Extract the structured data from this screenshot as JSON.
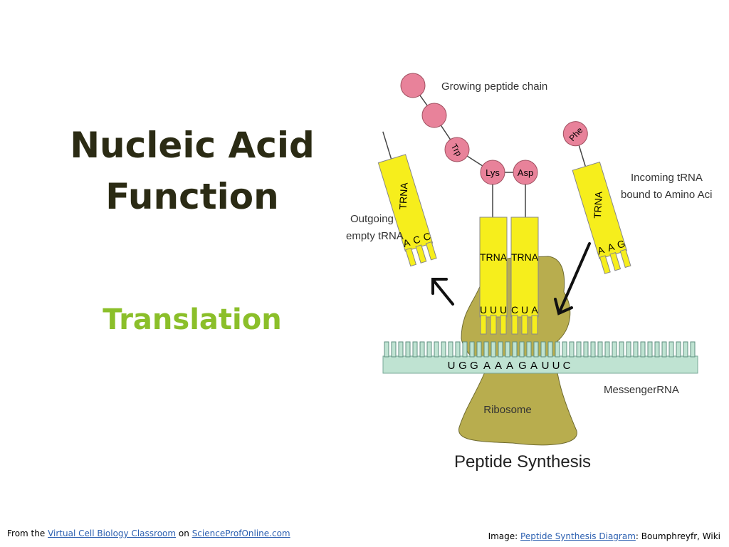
{
  "slide": {
    "title_line1": "Nucleic Acid",
    "title_line2": "Function",
    "subtitle": "Translation"
  },
  "diagram": {
    "growing_chain_label": "Growing peptide chain",
    "outgoing_label_line1": "Outgoing",
    "outgoing_label_line2": "empty tRNA",
    "incoming_label_line1": "Incoming  tRNA",
    "incoming_label_line2": "bound to Amino Acid",
    "amino_trp": "Trp",
    "amino_lys": "Lys",
    "amino_asp": "Asp",
    "amino_phe": "Phe",
    "trna_label": "TRNA",
    "anticodon_outgoing": [
      "A",
      "C",
      "C"
    ],
    "anticodon_left": [
      "U",
      "U",
      "U"
    ],
    "anticodon_right": [
      "C",
      "U",
      "A"
    ],
    "anticodon_incoming": [
      "A",
      "A",
      "G"
    ],
    "codon_sequence": [
      "U",
      "G",
      "G",
      "A",
      "A",
      "A",
      "G",
      "A",
      "U",
      "U",
      "C"
    ],
    "mrna_label": "MessengerRNA",
    "ribosome_label": "Ribosome",
    "caption": "Peptide Synthesis",
    "colors": {
      "trna": "#f6ee1c",
      "amino": "#e8829a",
      "ribosome": "#b8ad4e",
      "mrna": "#bfe3d2"
    }
  },
  "footer": {
    "left_prefix": "From the",
    "left_link1": "Virtual Cell Biology Classroom",
    "left_mid": "on",
    "left_link2": "ScienceProfOnline.com",
    "right_prefix": "Image:",
    "right_link": "Peptide Synthesis Diagram",
    "right_suffix": ": Boumphreyfr, Wiki"
  }
}
